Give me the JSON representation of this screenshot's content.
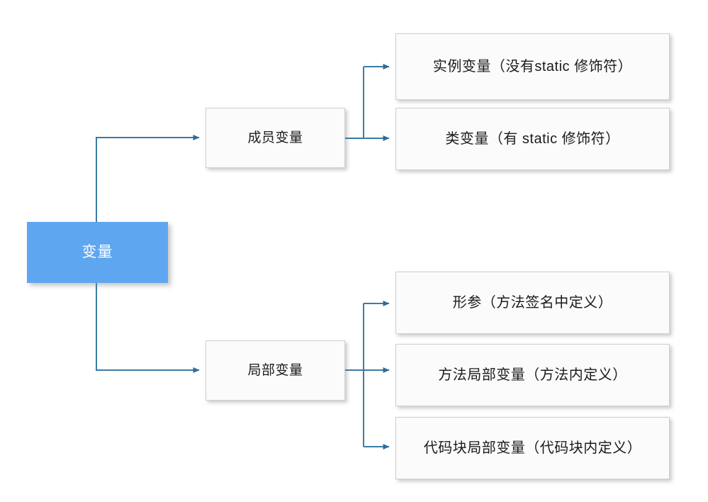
{
  "diagram": {
    "title_node": {
      "label": "变量",
      "color": "#5ea6f0",
      "text_color": "#ffffff"
    },
    "connector_color": "#3b7ca5",
    "arrow_color": "#2e6a9e",
    "box_fill": "#fbfbfb",
    "box_border": "#cfcfcf",
    "branches": [
      {
        "label": "成员变量",
        "children": [
          {
            "label": "实例变量（没有static 修饰符）"
          },
          {
            "label": "类变量（有 static 修饰符）"
          }
        ]
      },
      {
        "label": "局部变量",
        "children": [
          {
            "label": "形参（方法签名中定义）"
          },
          {
            "label": "方法局部变量（方法内定义）"
          },
          {
            "label": "代码块局部变量（代码块内定义）"
          }
        ]
      }
    ]
  }
}
